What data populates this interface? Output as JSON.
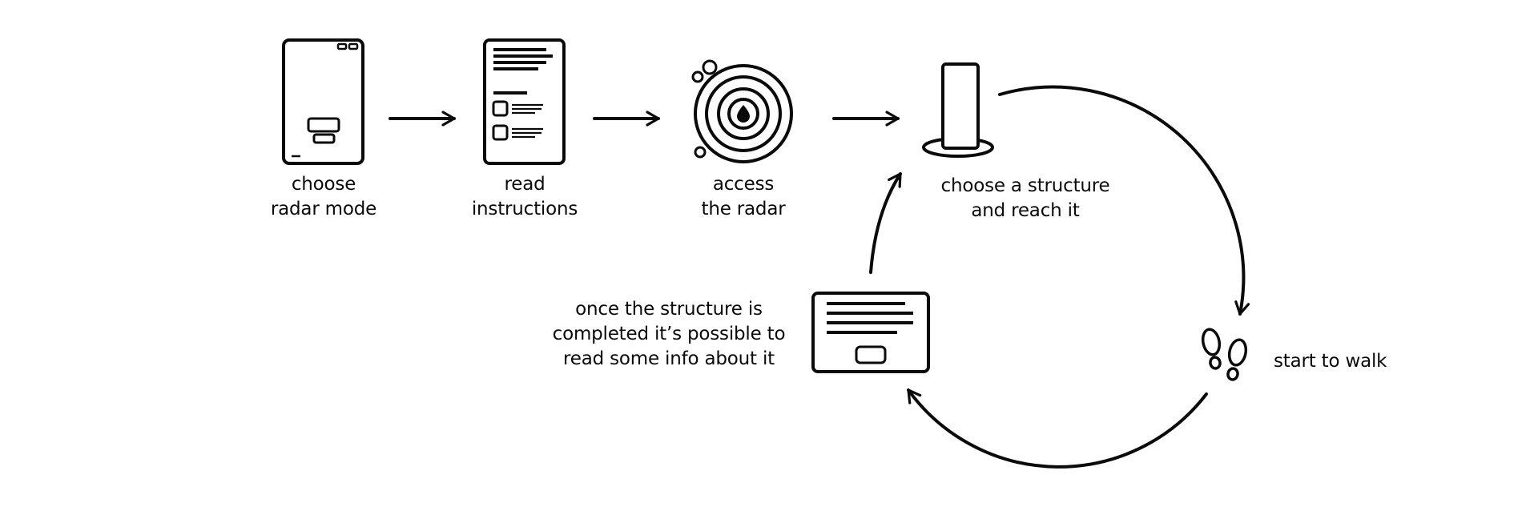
{
  "colors": {
    "stroke": "#0a0a0a",
    "background": "#ffffff"
  },
  "steps": [
    {
      "icon": "smartphone-icon",
      "lines": [
        "choose",
        "radar mode"
      ]
    },
    {
      "icon": "instructions-document-icon",
      "lines": [
        "read",
        "instructions"
      ]
    },
    {
      "icon": "radar-icon",
      "lines": [
        "access",
        "the radar"
      ]
    },
    {
      "icon": "structure-pillar-icon",
      "lines": [
        "choose a structure",
        "and reach it"
      ]
    },
    {
      "icon": "footsteps-icon",
      "lines": [
        "start to walk"
      ]
    },
    {
      "icon": "info-card-icon",
      "lines": [
        "once the structure is",
        "completed it’s possible to",
        "read some info about it"
      ]
    }
  ]
}
